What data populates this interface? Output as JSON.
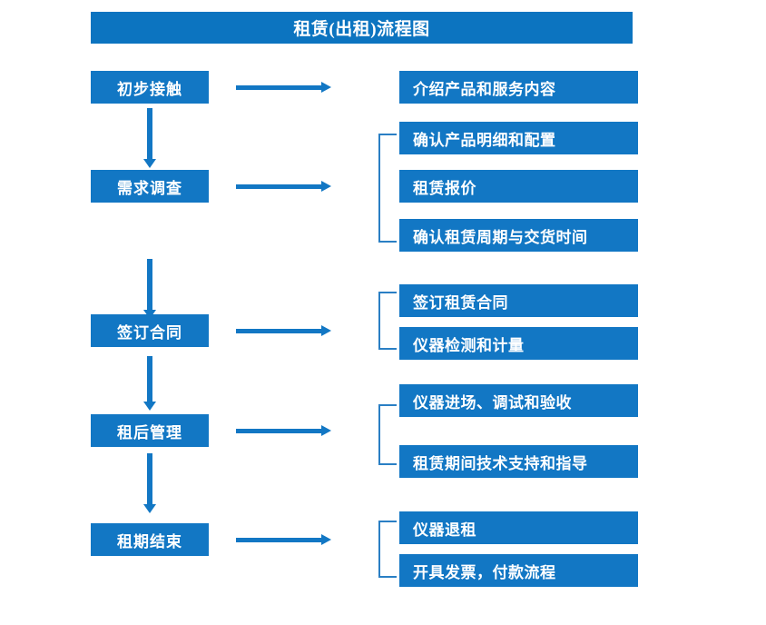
{
  "title": "租赁(出租)流程图",
  "colors": {
    "banner": "#0C74C0",
    "box": "#1277C4",
    "arrow": "#1277C4",
    "bracket": "#2A7FC4",
    "text": "#FFFFFF",
    "background": "#FFFFFF"
  },
  "stages": [
    {
      "label": "初步接触"
    },
    {
      "label": "需求调查"
    },
    {
      "label": "签订合同"
    },
    {
      "label": "租后管理"
    },
    {
      "label": "租期结束"
    }
  ],
  "details": [
    {
      "label": "介绍产品和服务内容"
    },
    {
      "label": "确认产品明细和配置"
    },
    {
      "label": "租赁报价"
    },
    {
      "label": "确认租赁周期与交货时间"
    },
    {
      "label": "签订租赁合同"
    },
    {
      "label": "仪器检测和计量"
    },
    {
      "label": "仪器进场、调试和验收"
    },
    {
      "label": "租赁期间技术支持和指导"
    },
    {
      "label": "仪器退租"
    },
    {
      "label": "开具发票，付款流程"
    }
  ],
  "chart_data": {
    "type": "diagram",
    "title": "租赁(出租)流程图",
    "orientation": "vertical-with-side-branches",
    "nodes": [
      {
        "id": "s1",
        "label": "初步接触",
        "column": "left",
        "order": 1,
        "outputs": [
          "介绍产品和服务内容"
        ]
      },
      {
        "id": "s2",
        "label": "需求调查",
        "column": "left",
        "order": 2,
        "outputs": [
          "确认产品明细和配置",
          "租赁报价",
          "确认租赁周期与交货时间"
        ]
      },
      {
        "id": "s3",
        "label": "签订合同",
        "column": "left",
        "order": 3,
        "outputs": [
          "签订租赁合同",
          "仪器检测和计量"
        ]
      },
      {
        "id": "s4",
        "label": "租后管理",
        "column": "left",
        "order": 4,
        "outputs": [
          "仪器进场、调试和验收",
          "租赁期间技术支持和指导"
        ]
      },
      {
        "id": "s5",
        "label": "租期结束",
        "column": "left",
        "order": 5,
        "outputs": [
          "仪器退租",
          "开具发票，付款流程"
        ]
      }
    ],
    "edges": [
      {
        "from": "s1",
        "to": "s2",
        "type": "down-arrow"
      },
      {
        "from": "s2",
        "to": "s3",
        "type": "down-arrow"
      },
      {
        "from": "s3",
        "to": "s4",
        "type": "down-arrow"
      },
      {
        "from": "s4",
        "to": "s5",
        "type": "down-arrow"
      },
      {
        "from": "s1",
        "to": "detail-group-1",
        "type": "right-arrow"
      },
      {
        "from": "s2",
        "to": "detail-group-2",
        "type": "right-arrow"
      },
      {
        "from": "s3",
        "to": "detail-group-3",
        "type": "right-arrow"
      },
      {
        "from": "s4",
        "to": "detail-group-4",
        "type": "right-arrow"
      },
      {
        "from": "s5",
        "to": "detail-group-5",
        "type": "right-arrow"
      }
    ]
  }
}
